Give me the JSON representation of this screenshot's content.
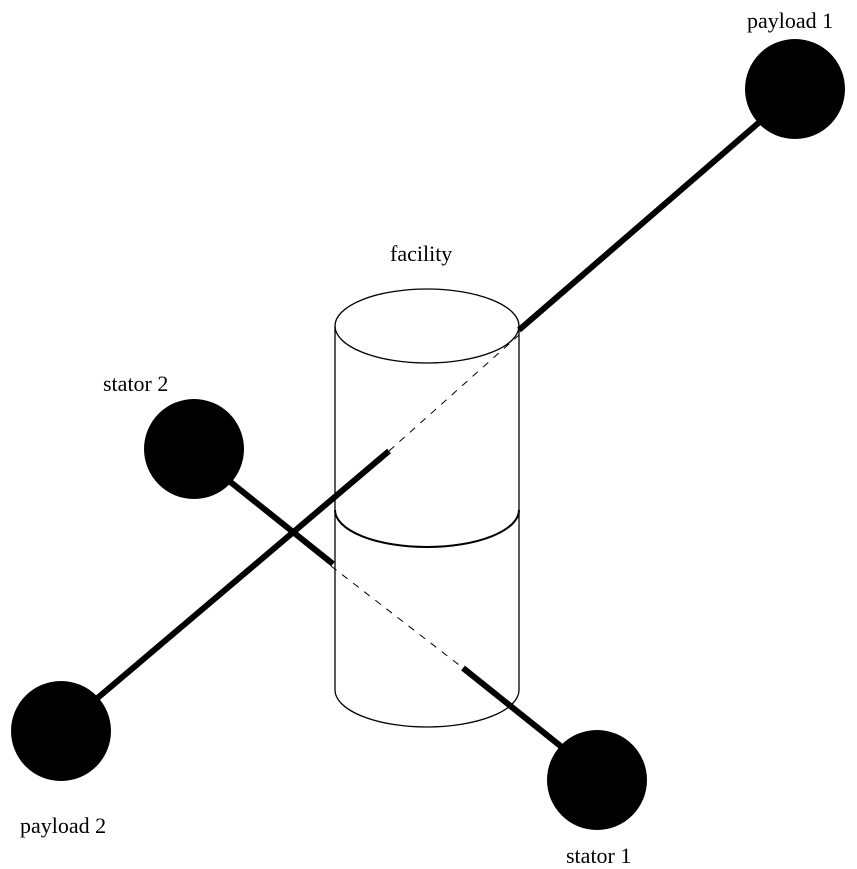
{
  "labels": {
    "payload_1": "payload 1",
    "payload_2": "payload 2",
    "stator_1": "stator 1",
    "stator_2": "stator 2",
    "facility": "facility"
  },
  "colors": {
    "ink": "#000000",
    "background": "#ffffff"
  }
}
